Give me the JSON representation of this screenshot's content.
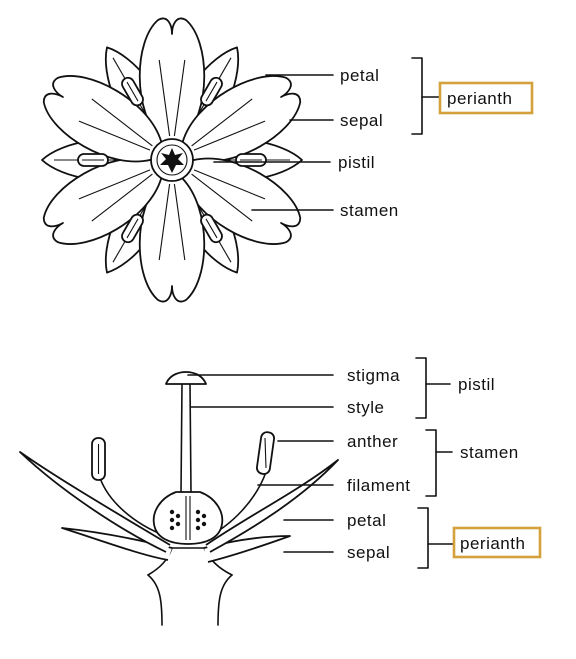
{
  "top_labels": {
    "petal": "petal",
    "sepal": "sepal",
    "pistil": "pistil",
    "stamen": "stamen",
    "perianth": "perianth"
  },
  "bottom_labels": {
    "stigma": "stigma",
    "style": "style",
    "pistil": "pistil",
    "anther": "anther",
    "filament": "filament",
    "stamen": "stamen",
    "petal": "petal",
    "sepal": "sepal",
    "perianth": "perianth"
  },
  "colors": {
    "highlight_box": "#d4a13c",
    "ink": "#111111"
  }
}
